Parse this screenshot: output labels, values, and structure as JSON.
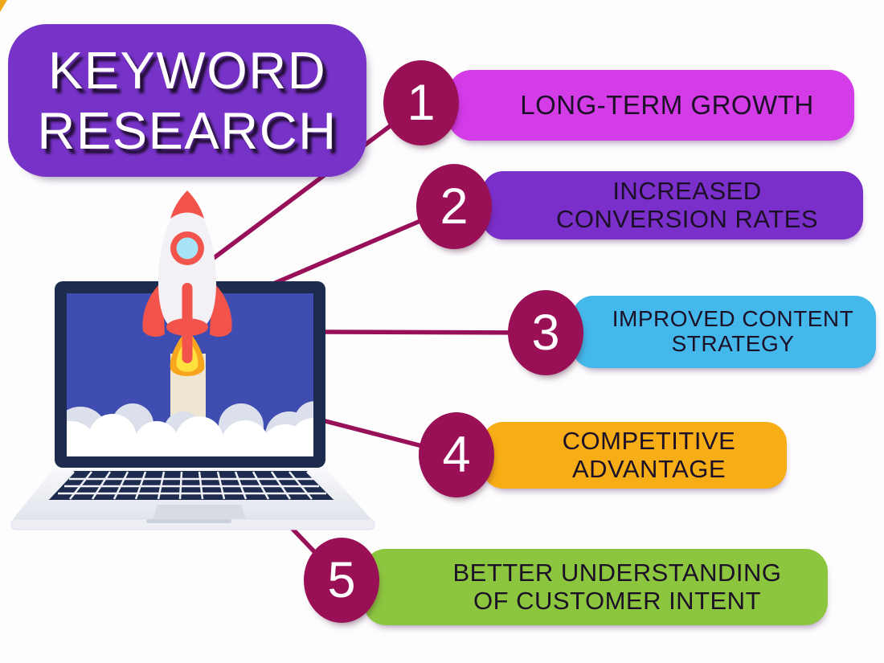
{
  "title": {
    "line1": "KEYWORD",
    "line2": "RESEARCH"
  },
  "benefits": [
    {
      "number": "1",
      "lines": [
        "LONG-TERM GROWTH"
      ],
      "bar_color": "#d43ce8"
    },
    {
      "number": "2",
      "lines": [
        "INCREASED",
        "CONVERSION RATES"
      ],
      "bar_color": "#7a2fcb"
    },
    {
      "number": "3",
      "lines": [
        "IMPROVED CONTENT",
        "STRATEGY"
      ],
      "bar_color": "#44b8ea"
    },
    {
      "number": "4",
      "lines": [
        "COMPETITIVE",
        "ADVANTAGE"
      ],
      "bar_color": "#f7ad16"
    },
    {
      "number": "5",
      "lines": [
        "BETTER UNDERSTANDING",
        "OF CUSTOMER INTENT"
      ],
      "bar_color": "#8cc63f"
    }
  ],
  "colors": {
    "title_bg": "#7733c8",
    "number_circle": "#9a1056",
    "connector": "#98105a",
    "bar_text": "#1b1026",
    "laptop_frame": "#1d2b4e",
    "laptop_screen": "#3f4db1",
    "rocket_body": "#f3f1f5",
    "rocket_red": "#f2544c",
    "porthole_glass": "#a6e3f6",
    "flame_orange": "#f9a61f",
    "flame_yellow": "#ffe23d",
    "exhaust_cream": "#efe7d2"
  },
  "illustration": {
    "name": "rocket-launching-from-laptop"
  }
}
